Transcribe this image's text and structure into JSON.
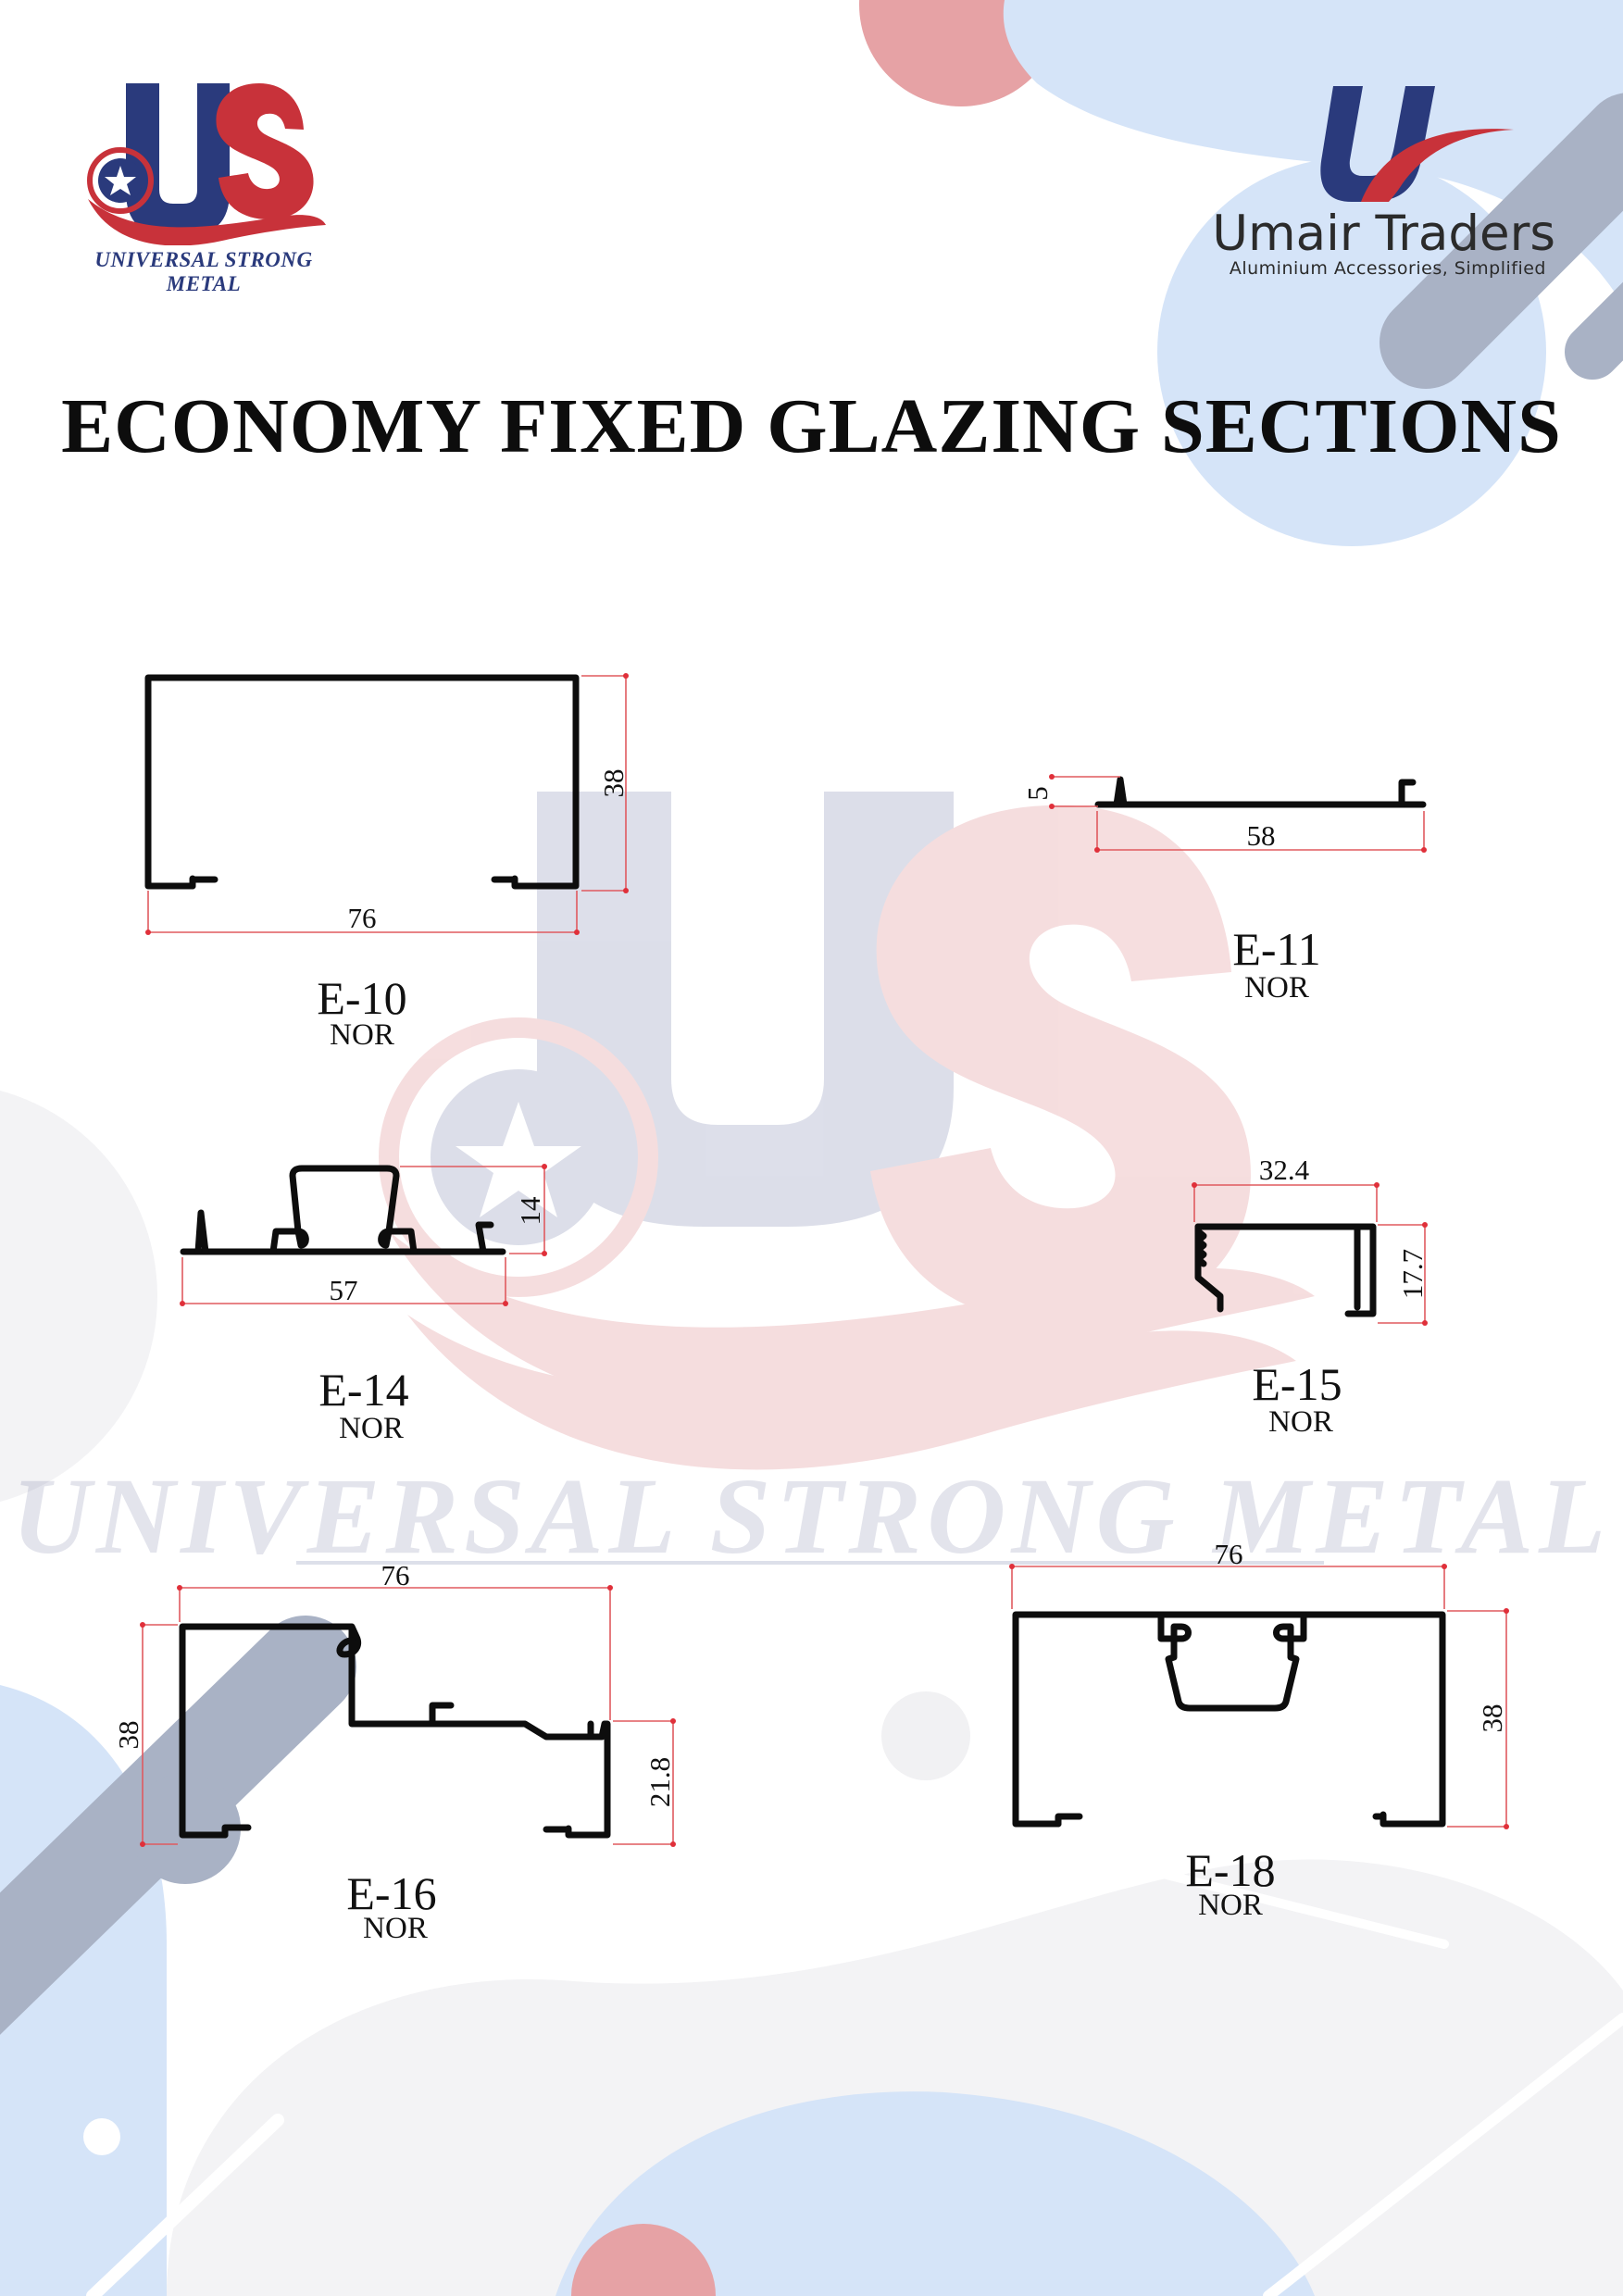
{
  "header": {
    "brand_left": {
      "monogram": "US",
      "caption": "UNIVERSAL STRONG METAL"
    },
    "brand_right": {
      "name": "Umair Traders",
      "tagline": "Aluminium Accessories, Simplified"
    }
  },
  "title": "ECONOMY FIXED GLAZING SECTIONS",
  "watermark": {
    "monogram": "US",
    "text": "UNIVERSAL STRONG METAL"
  },
  "colors": {
    "navy": "#2a3a7c",
    "red": "#c8323a",
    "profile": "#0d0d0d",
    "dimension": "#e0303a",
    "bg_blue": "#d5e4f8",
    "bg_gray": "#a9b2c5",
    "bg_pink": "#e6a2a5"
  },
  "sections": [
    {
      "code": "E-10",
      "grade": "NOR",
      "dims": {
        "width": "76",
        "height": "38"
      }
    },
    {
      "code": "E-11",
      "grade": "NOR",
      "dims": {
        "height": "5",
        "width": "58"
      }
    },
    {
      "code": "E-14",
      "grade": "NOR",
      "dims": {
        "height": "14",
        "width": "57"
      }
    },
    {
      "code": "E-15",
      "grade": "NOR",
      "dims": {
        "width": "32.4",
        "height": "17.7"
      }
    },
    {
      "code": "E-16",
      "grade": "NOR",
      "dims": {
        "width": "76",
        "height": "38",
        "inner_height": "21.8"
      }
    },
    {
      "code": "E-18",
      "grade": "NOR",
      "dims": {
        "width": "76",
        "height": "38"
      }
    }
  ]
}
